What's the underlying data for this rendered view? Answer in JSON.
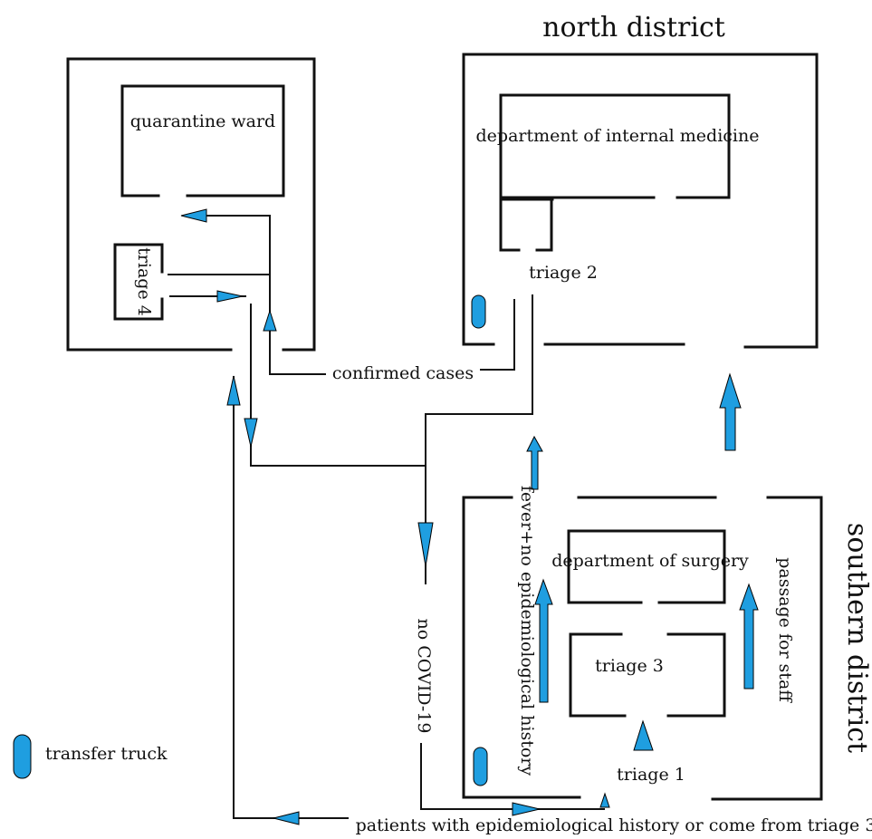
{
  "labels": {
    "north_district": "north district",
    "southern_district": "southern district",
    "quarantine_ward": "quarantine ward",
    "internal_medicine": "department of internal medicine",
    "triage_2": "triage 2",
    "triage_4": "triage 4",
    "confirmed_cases": "confirmed cases",
    "surgery": "department of surgery",
    "triage_3": "triage 3",
    "triage_1": "triage 1",
    "fever_no_history": "fever+no epidemiological history",
    "passage_for_staff": "passage for staff",
    "no_covid": "no COVID-19",
    "epi_history": "patients with epidemiological history or come from triage 3",
    "transfer_truck": "transfer truck"
  },
  "colors": {
    "arrow_fill": "#1f9ee0",
    "line": "#111111",
    "background": "#ffffff"
  }
}
